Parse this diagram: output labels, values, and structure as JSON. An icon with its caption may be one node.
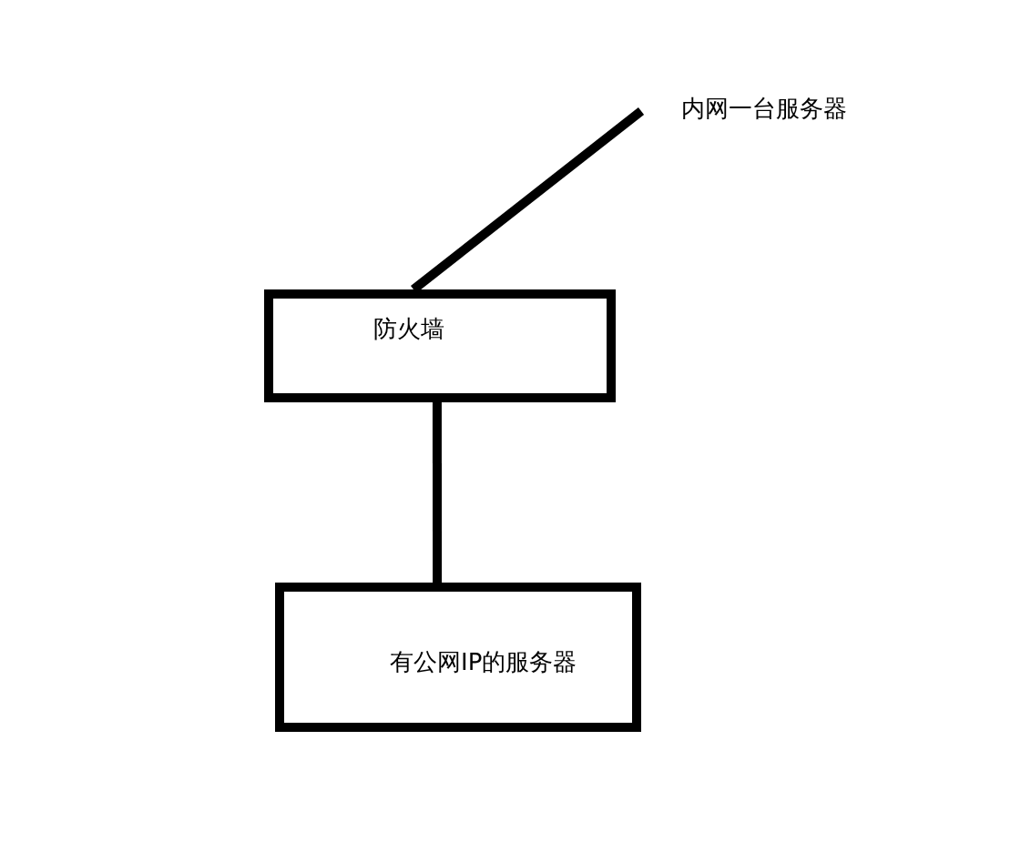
{
  "diagram": {
    "nodes": [
      {
        "text": [
          "内网一台服务器"
        ]
      },
      {
        "text": [
          "防火墙"
        ]
      },
      {
        "text": [
          "有公网IP的服务器"
        ]
      }
    ],
    "edges": [
      {
        "from": 0,
        "to": 1,
        "arrow": "none"
      },
      {
        "from": 1,
        "to": 2,
        "arrow": "none"
      }
    ]
  }
}
